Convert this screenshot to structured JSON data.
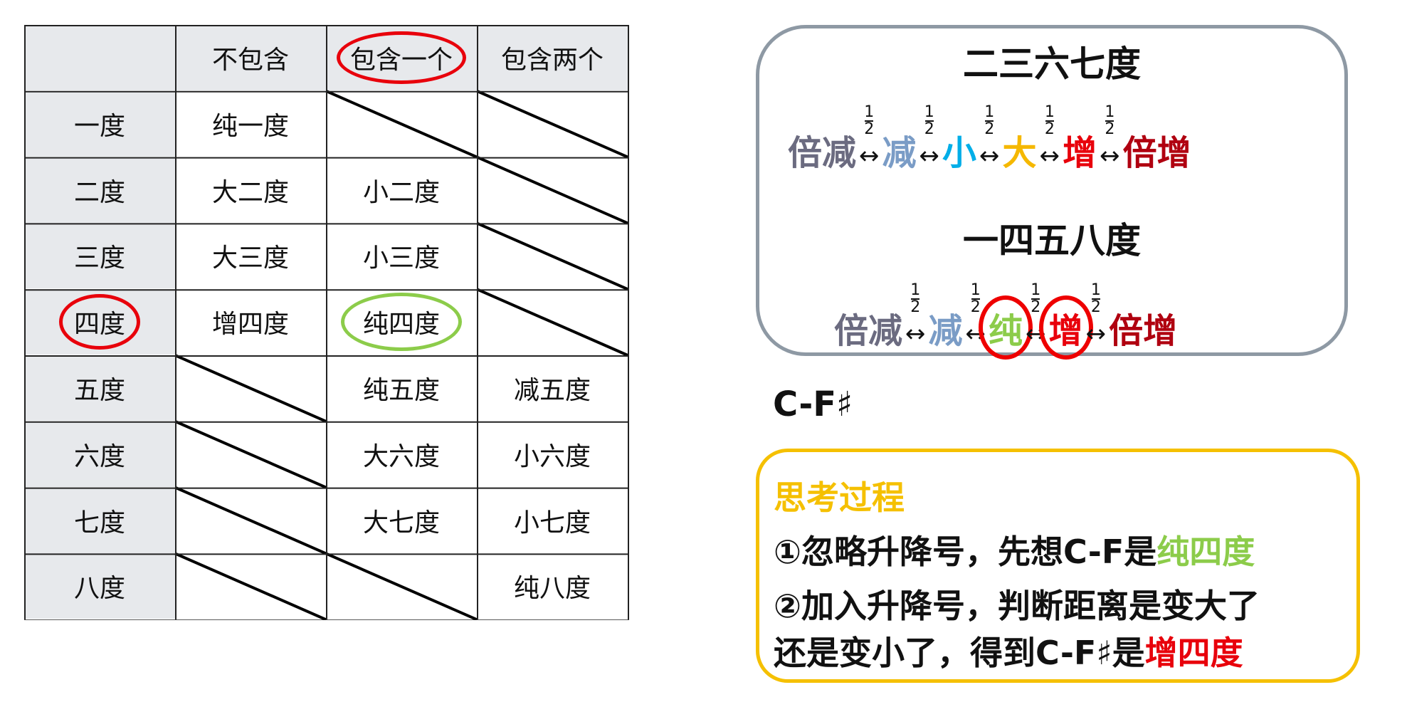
{
  "table": {
    "headers": [
      "",
      "不包含",
      "包含一个",
      "包含两个"
    ],
    "rows": [
      {
        "label": "一度",
        "cells": [
          "纯一度",
          null,
          null
        ]
      },
      {
        "label": "二度",
        "cells": [
          "大二度",
          "小二度",
          null
        ]
      },
      {
        "label": "三度",
        "cells": [
          "大三度",
          "小三度",
          null
        ]
      },
      {
        "label": "四度",
        "cells": [
          "增四度",
          "纯四度",
          null
        ]
      },
      {
        "label": "五度",
        "cells": [
          null,
          "纯五度",
          "减五度"
        ]
      },
      {
        "label": "六度",
        "cells": [
          null,
          "大六度",
          "小六度"
        ]
      },
      {
        "label": "七度",
        "cells": [
          null,
          "大七度",
          "小七度"
        ]
      },
      {
        "label": "八度",
        "cells": [
          null,
          null,
          "纯八度"
        ]
      }
    ]
  },
  "rules": {
    "group1": {
      "title": "二三六七度",
      "items": [
        {
          "t": "倍减",
          "c": "#6b6b80"
        },
        {
          "t": "减",
          "c": "#7a9cc6"
        },
        {
          "t": "小",
          "c": "#00aee8"
        },
        {
          "t": "大",
          "c": "#f5b800"
        },
        {
          "t": "增",
          "c": "#e8000b"
        },
        {
          "t": "倍增",
          "c": "#b00010"
        }
      ]
    },
    "group2": {
      "title": "一四五八度",
      "items": [
        {
          "t": "倍减",
          "c": "#6b6b80"
        },
        {
          "t": "减",
          "c": "#7a9cc6"
        },
        {
          "t": "纯",
          "c": "#8ccc4a"
        },
        {
          "t": "增",
          "c": "#e8000b"
        },
        {
          "t": "倍增",
          "c": "#b00010"
        }
      ]
    },
    "step": {
      "num": "1",
      "den": "2"
    },
    "arrow": "↔"
  },
  "example": "C-F♯",
  "process": {
    "title": "思考过程",
    "line1_pre": "①忽略升降号，先想C-F是",
    "line1_hl": "纯四度",
    "line2": "②加入升降号，判断距离是变大了",
    "line3_pre": "还是变小了，得到C-F♯是",
    "line3_hl": "增四度"
  },
  "colors": {
    "green": "#8ccc4a",
    "red": "#e8000b",
    "yellow": "#f5c000"
  }
}
